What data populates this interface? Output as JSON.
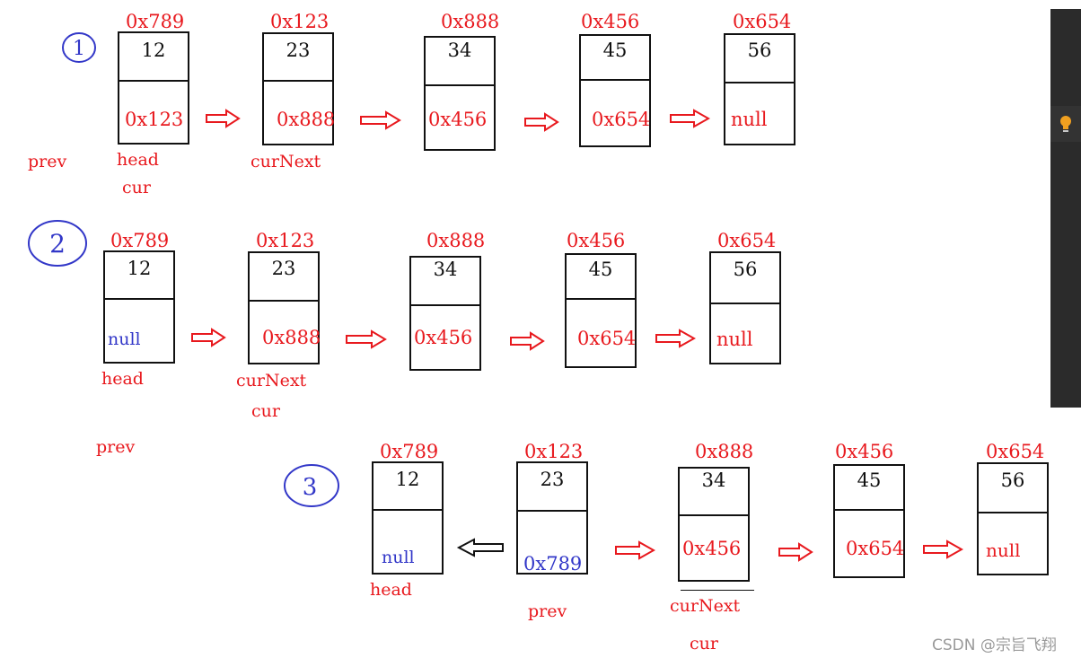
{
  "step1": {
    "marker": "1",
    "addresses": [
      "0x789",
      "0x123",
      "0x888",
      "0x456",
      "0x654"
    ],
    "values": [
      "12",
      "23",
      "34",
      "45",
      "56"
    ],
    "next": [
      "0x123",
      "0x888",
      "0x456",
      "0x654",
      "null"
    ],
    "labels": {
      "prev": "prev",
      "head": "head",
      "cur": "cur",
      "curNext": "curNext"
    }
  },
  "step2": {
    "marker": "2",
    "addresses": [
      "0x789",
      "0x123",
      "0x888",
      "0x456",
      "0x654"
    ],
    "values": [
      "12",
      "23",
      "34",
      "45",
      "56"
    ],
    "next": [
      "null",
      "0x888",
      "0x456",
      "0x654",
      "null"
    ],
    "labels": {
      "head": "head",
      "curNext": "curNext",
      "cur": "cur",
      "prev": "prev"
    }
  },
  "step3": {
    "marker": "3",
    "addresses": [
      "0x789",
      "0x123",
      "0x888",
      "0x456",
      "0x654"
    ],
    "values": [
      "12",
      "23",
      "34",
      "45",
      "56"
    ],
    "next": [
      "null",
      "0x789",
      "0x456",
      "0x654",
      "null"
    ],
    "labels": {
      "head": "head",
      "prev": "prev",
      "curNext": "curNext",
      "cur": "cur"
    }
  },
  "colors": {
    "accent_red": "#e8191e",
    "pointer_blue": "#3237c8",
    "ink": "#111111"
  },
  "watermark": "CSDN @宗旨飞翔",
  "sidebar": {
    "icon": "lightbulb-icon"
  }
}
